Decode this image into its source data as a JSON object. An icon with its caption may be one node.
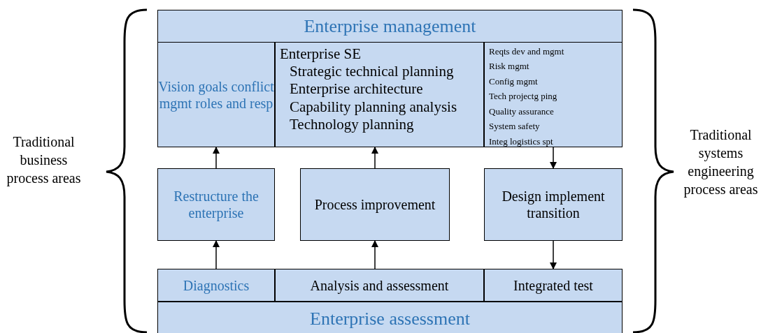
{
  "diagram": {
    "nodes": [
      {
        "text": [
          "Enterprise management"
        ]
      },
      {
        "text": [
          "Vision goals conflict mgmt roles and resp"
        ]
      },
      {
        "text": [
          "Enterprise SE",
          "Strategic technical planning",
          "Enterprise architecture",
          "Capability planning analysis",
          "Technology planning"
        ]
      },
      {
        "text": [
          "Reqts dev and mgmt",
          "Risk mgmt",
          "Config mgmt",
          "Tech projectg ping",
          "Quality assurance",
          "System safety",
          "Integ logistics spt"
        ]
      },
      {
        "text": [
          "Restructure the enterprise"
        ]
      },
      {
        "text": [
          "Process improvement"
        ]
      },
      {
        "text": [
          "Design implement transition"
        ]
      },
      {
        "text": [
          "Diagnostics"
        ]
      },
      {
        "text": [
          "Analysis and assessment"
        ]
      },
      {
        "text": [
          "Integrated test"
        ]
      },
      {
        "text": [
          "Enterprise assessment"
        ]
      }
    ],
    "edges": [
      {
        "from": 4,
        "to": 1,
        "arrow": "to"
      },
      {
        "from": 5,
        "to": 2,
        "arrow": "to"
      },
      {
        "from": 3,
        "to": 6,
        "arrow": "to"
      },
      {
        "from": 7,
        "to": 4,
        "arrow": "to"
      },
      {
        "from": 8,
        "to": 5,
        "arrow": "to"
      },
      {
        "from": 6,
        "to": 9,
        "arrow": "to"
      }
    ],
    "labels": [
      "Traditional business process areas",
      "Traditional systems engineering process areas"
    ]
  }
}
